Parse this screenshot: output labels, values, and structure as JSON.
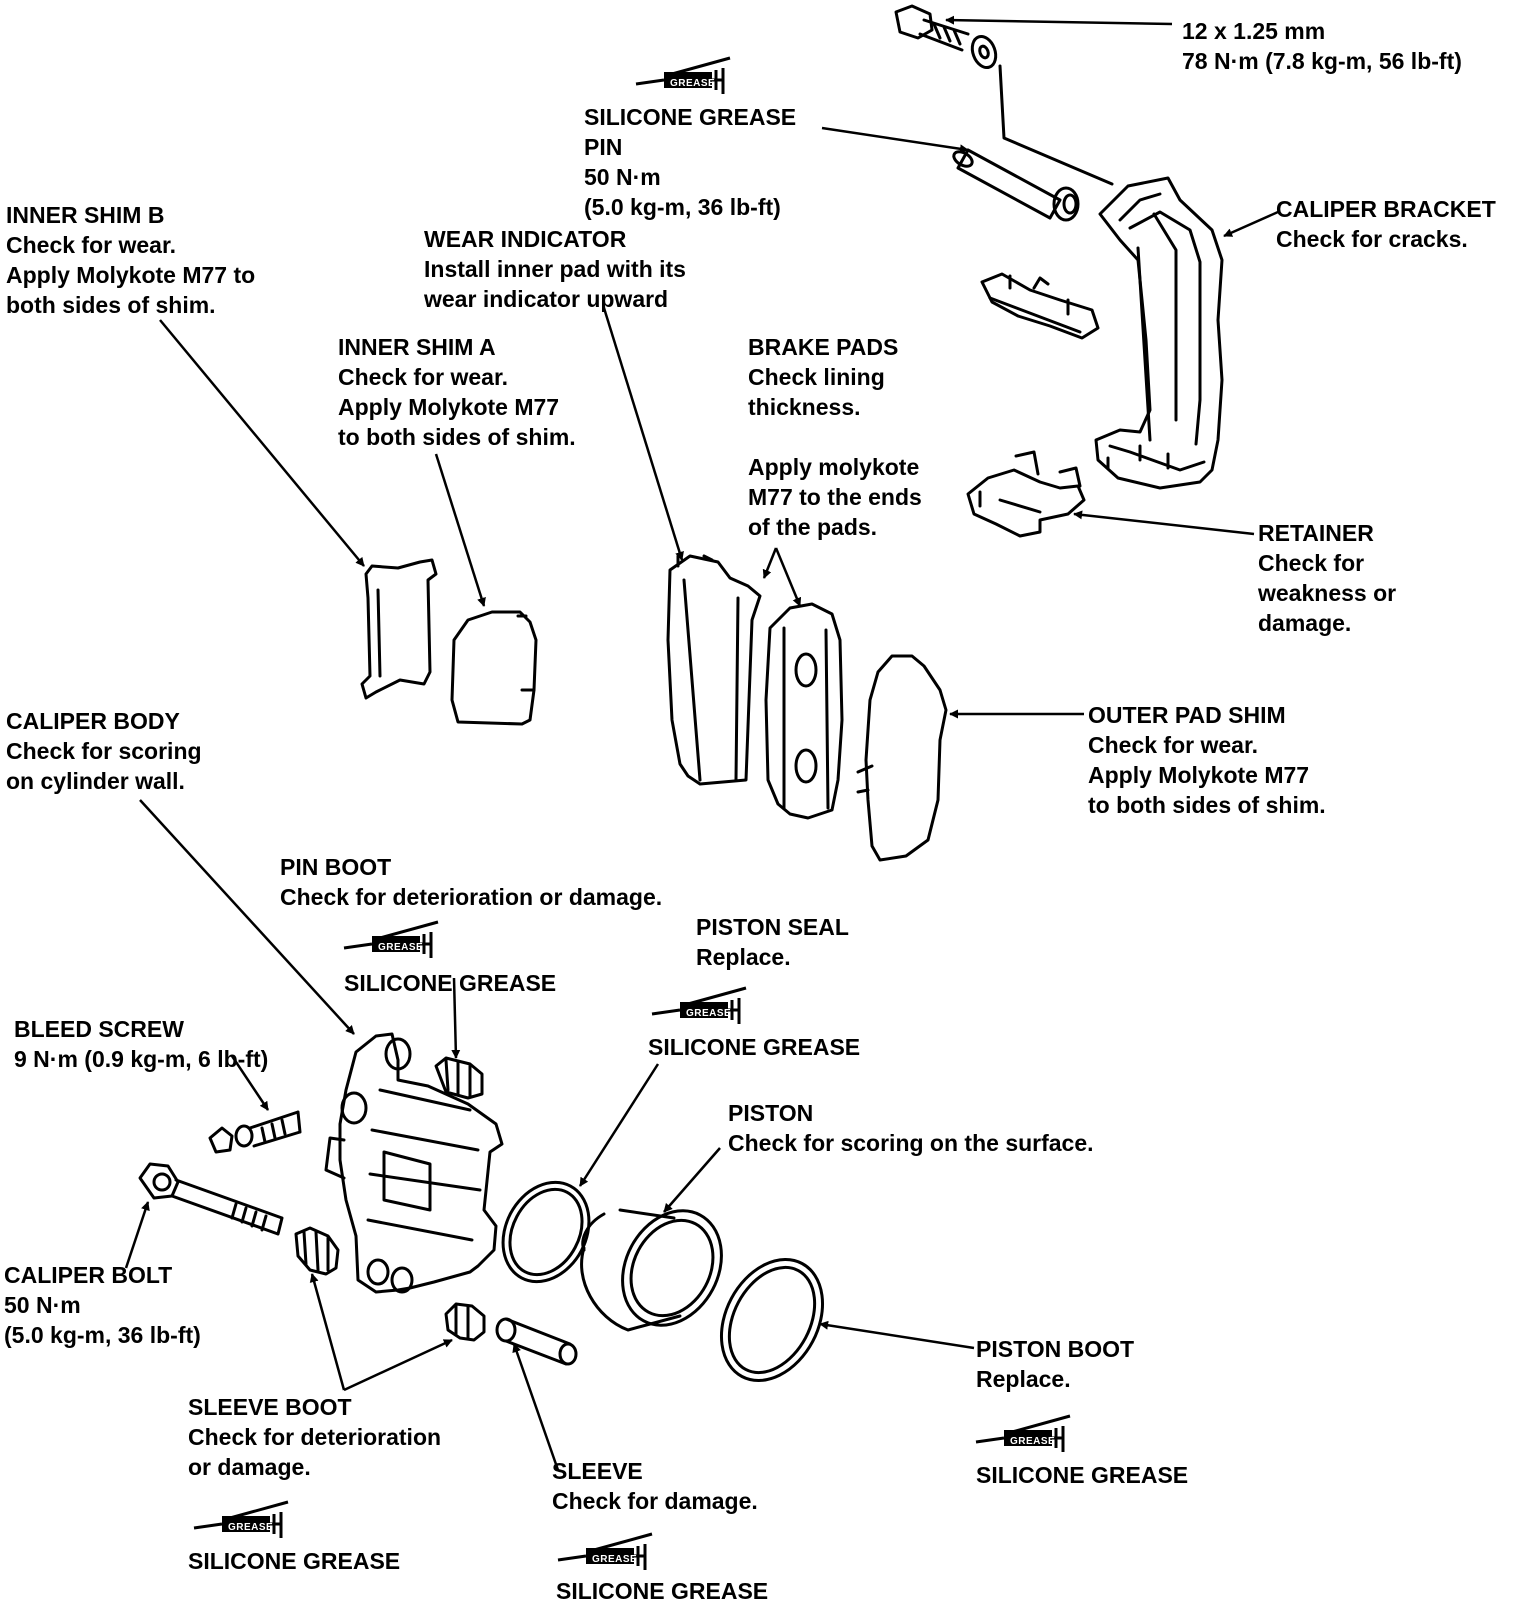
{
  "grease_tube_text": "GREASE",
  "labels": {
    "bolt_top": {
      "lines": [
        "12 x 1.25 mm",
        "78 N·m (7.8 kg-m, 56 lb-ft)"
      ]
    },
    "silicone_pin": {
      "lines": [
        "SILICONE GREASE",
        "PIN",
        "50 N·m",
        "(5.0 kg-m, 36 lb-ft)"
      ]
    },
    "caliper_bracket": {
      "title": "CALIPER BRACKET",
      "lines": [
        "Check for cracks."
      ]
    },
    "inner_shim_b": {
      "title": "INNER SHIM B",
      "lines": [
        "Check for wear.",
        "Apply Molykote M77 to",
        "both sides of shim."
      ]
    },
    "wear_indicator": {
      "title": "WEAR INDICATOR",
      "lines": [
        "Install inner pad with its",
        "wear indicator upward"
      ]
    },
    "inner_shim_a": {
      "title": "INNER SHIM A",
      "lines": [
        "Check for wear.",
        "Apply Molykote M77",
        "to both sides of shim."
      ]
    },
    "brake_pads": {
      "title": "BRAKE PADS",
      "lines": [
        "Check lining",
        "thickness."
      ]
    },
    "apply_molykote": {
      "lines": [
        "Apply molykote",
        "M77 to the ends",
        "of the pads."
      ]
    },
    "retainer": {
      "title": "RETAINER",
      "lines": [
        "Check for",
        "weakness or",
        "damage."
      ]
    },
    "caliper_body": {
      "title": "CALIPER BODY",
      "lines": [
        "Check for scoring",
        "on cylinder wall."
      ]
    },
    "outer_pad_shim": {
      "title": "OUTER PAD SHIM",
      "lines": [
        "Check for wear.",
        "Apply Molykote M77",
        "to both sides of shim."
      ]
    },
    "pin_boot": {
      "title": "PIN BOOT",
      "lines": [
        "Check for deterioration or damage."
      ]
    },
    "pin_boot_grease": {
      "title": "SILICONE GREASE"
    },
    "piston_seal": {
      "title": "PISTON SEAL",
      "lines": [
        "Replace."
      ]
    },
    "piston_seal_grease": {
      "title": "SILICONE GREASE"
    },
    "bleed_screw": {
      "title": "BLEED SCREW",
      "lines": [
        "9 N·m (0.9 kg-m, 6 lb-ft)"
      ]
    },
    "piston": {
      "title": "PISTON",
      "lines": [
        "Check for scoring on the surface."
      ]
    },
    "caliper_bolt": {
      "title": "CALIPER BOLT",
      "lines": [
        "50 N·m",
        "(5.0 kg-m, 36 lb-ft)"
      ]
    },
    "piston_boot": {
      "title": "PISTON BOOT",
      "lines": [
        "Replace."
      ]
    },
    "piston_boot_grease": {
      "title": "SILICONE GREASE"
    },
    "sleeve_boot": {
      "title": "SLEEVE BOOT",
      "lines": [
        "Check for deterioration",
        "or damage."
      ]
    },
    "sleeve_boot_grease": {
      "title": "SILICONE GREASE"
    },
    "sleeve": {
      "title": "SLEEVE",
      "lines": [
        "Check for damage."
      ]
    },
    "sleeve_grease": {
      "title": "SILICONE GREASE"
    }
  }
}
